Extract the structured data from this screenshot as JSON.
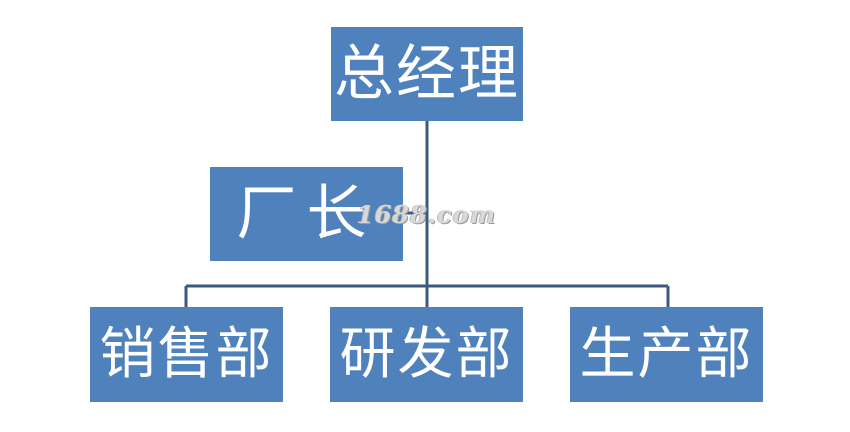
{
  "org_chart": {
    "root": {
      "label": "总经理"
    },
    "assistant": {
      "label": "厂长"
    },
    "departments": [
      {
        "label": "销售部"
      },
      {
        "label": "研发部"
      },
      {
        "label": "生产部"
      }
    ]
  },
  "watermark": {
    "text": "1688.com"
  },
  "colors": {
    "node_fill": "#4f81bd",
    "node_text": "#ffffff",
    "connector": "#3d5a80"
  }
}
